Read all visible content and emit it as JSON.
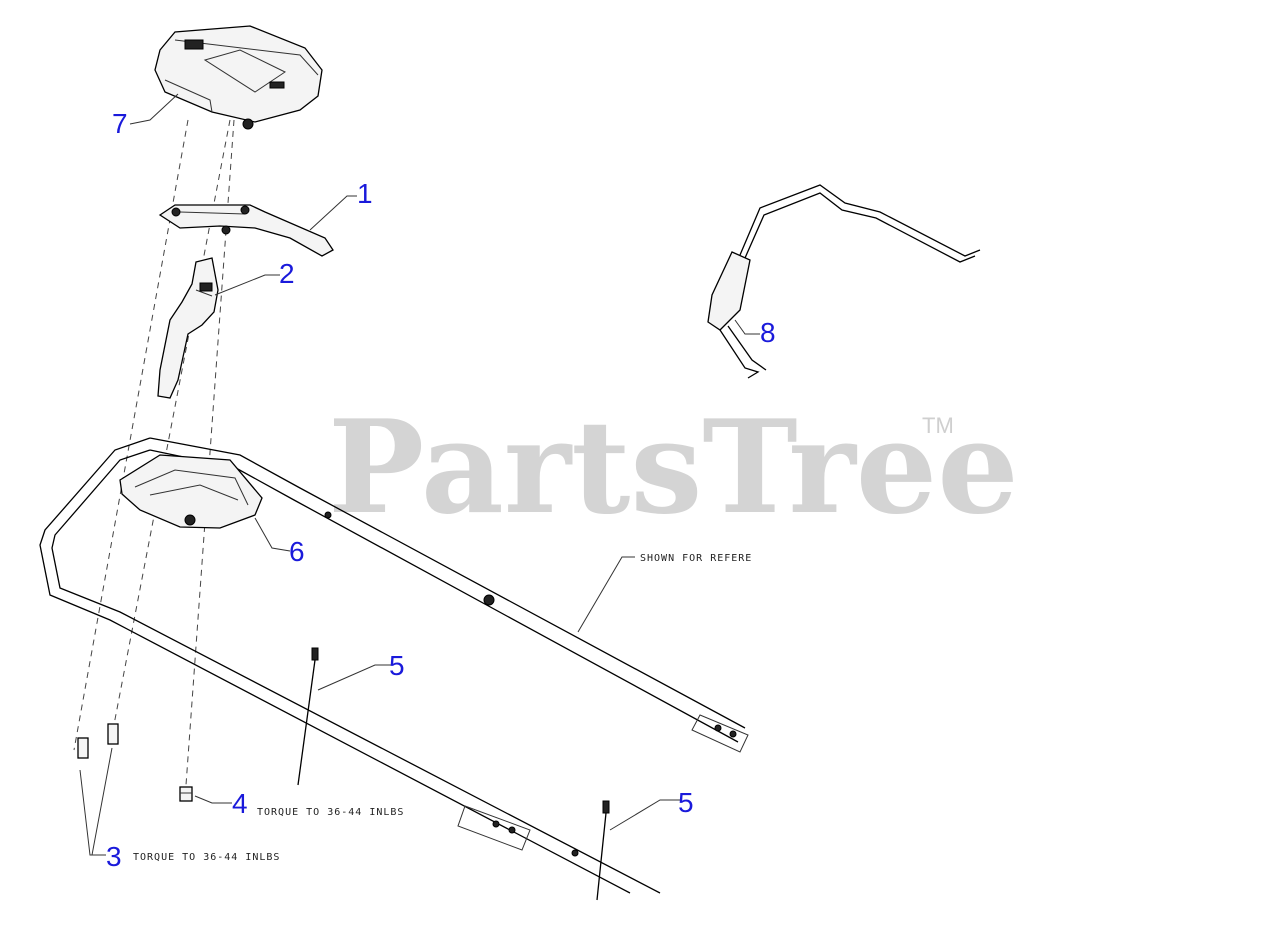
{
  "watermark": {
    "text": "PartsTree",
    "trademark": "TM"
  },
  "callouts": [
    {
      "id": "7",
      "label": "7"
    },
    {
      "id": "1",
      "label": "1"
    },
    {
      "id": "2",
      "label": "2"
    },
    {
      "id": "8",
      "label": "8"
    },
    {
      "id": "6",
      "label": "6"
    },
    {
      "id": "5a",
      "label": "5"
    },
    {
      "id": "4",
      "label": "4"
    },
    {
      "id": "5b",
      "label": "5"
    },
    {
      "id": "3",
      "label": "3"
    }
  ],
  "notes": {
    "shown_for_reference": "SHOWN FOR REFERE",
    "torque_4": "TORQUE TO 36-44 INLBS",
    "torque_3": "TORQUE TO 36-44 INLBS"
  },
  "colors": {
    "callout": "#1a1adb",
    "watermark": "#d4d4d4",
    "line": "#000000"
  }
}
